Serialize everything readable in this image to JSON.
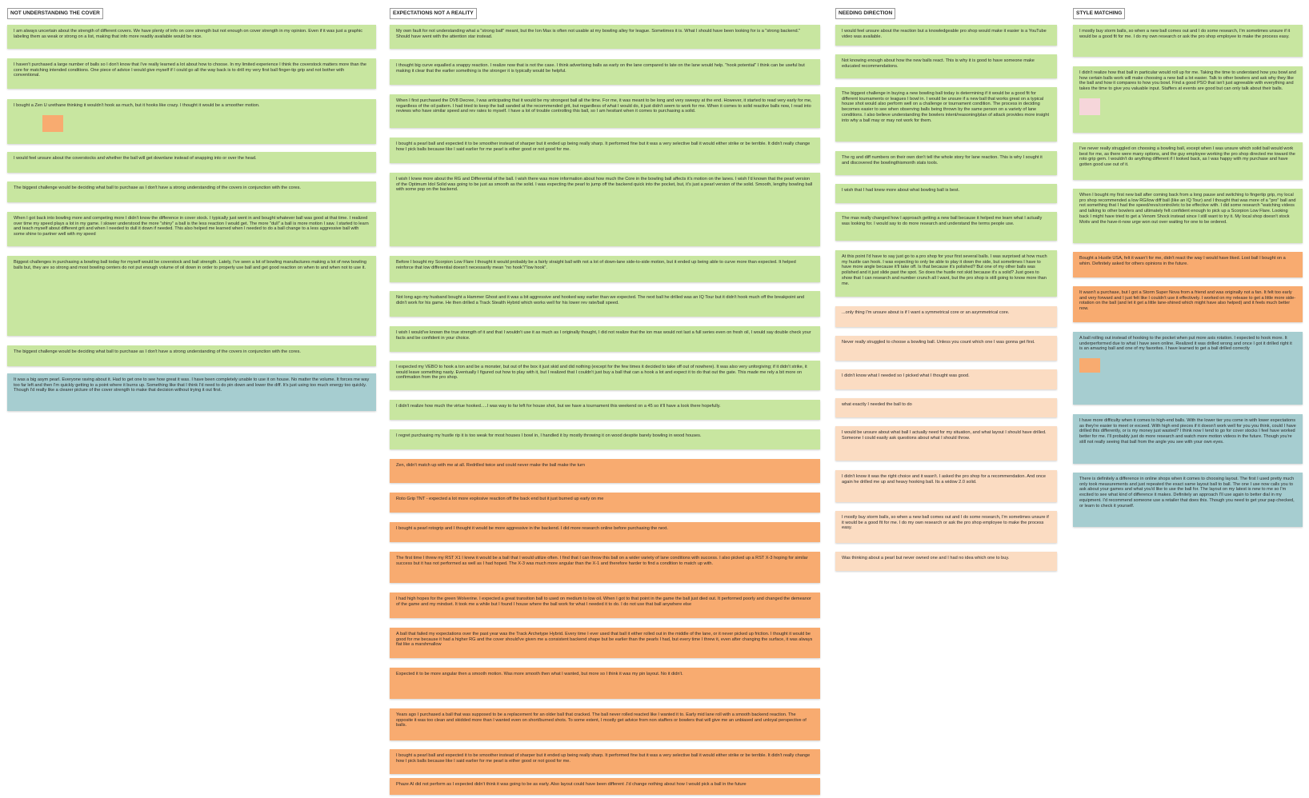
{
  "columns": [
    {
      "title": "NOT UNDERSTANDING THE COVER",
      "notes": [
        "I am always uncertain about the strength of different covers. We have plenty of info on core strength but not enough on cover strength in my opinion. Even if it was just a graphic labeling them as weak or strong on a list, making that info more readily available would be nice.",
        "I haven't purchased a large number of balls so I don't know that I've really learned a lot about how to choose. In my limited experience I think the coverstock matters more than the core for matching intended conditions. One piece of advice I would give myself if I could go all the way back is to drill my very first ball finger-tip grip and not bother with conventional.",
        "I bought a Zen U urethane thinking it wouldn't hook as much, but it hooks like crazy. I thought it would be a smoother motion.",
        "I would feel unsure about the coverstocks and whether the ball will get downlane instead of snapping into or over the head.",
        "The biggest challenge would be deciding what ball to purchase as I don't have a strong understanding of the covers in conjunction with the cores.",
        "When I got back into bowling more and competing more I didn't know the difference in cover stock. I typically just went in and bought whatever ball was good at that time. I realized over time my speed plays a lot in my game. I slower understood the more \"shiny\" a ball is the less reaction I would get. The more \"dull\" a ball is more motion I saw. I started to learn and teach myself about different grit and when I needed to dull it down if needed. This also helped me learned when I needed to do a ball change to a less aggressive ball with some shine to partner well with my speed",
        "Biggest challenges in purchasing a bowling ball today for myself would be coverstock and ball strength. Lately, I've seen a lot of bowling manufactures making a lot of new bowling balls but, they are so strong and most bowling centers do not put enough volume of oil down in order to properly use ball and get good reaction on when to and when not to use it.",
        "The biggest challenge would be deciding what ball to purchase as I don't have a strong understanding of the covers in conjunction with the cores.",
        "It was a big asym pearl. Everyone raving about it. Had to get one to see how great it was. I have been completely unable to use it on house. No matter the volume. It forces me way too far left and then I'm quickly getting to a point where it burns up. Something like that I think I'd need to do pin down and lower the diff. It's just using too much energy too quickly. Though I'd really like a clearer picture of the cover strength to make that decision without trying it out first."
      ]
    },
    {
      "title": "EXPECTATIONS NOT A REALITY",
      "notes": [
        "My own fault for not understanding what a \"strong ball\" meant, but the Ion Max is often not usable at my bowling alley for league. Sometimes it is. What I should have been looking for is a \"strong backend.\" Should have went with the attention star instead.",
        "I thought big curve equalled a snappy reaction. I realize now that is not the case. I think advertising balls as early on the lane compared to late on the lane would help. \"hook potential\" I think can be useful but making it clear that the earlier something is the stronger it is typically would be helpful.",
        "When I first purchased the DV8 Decree, I was anticipating that it would be my strongest ball all the time. For me, it was meant to be long and very sweepy at the end. However, it started to read very early for me, regardless of the oil pattern. I had tried to keep the ball sanded at the recommended grit, but regardless of what I would do, it just didn't seem to work for me. When it comes to solid reactive balls now, I read into reviews who have similar speed and rev rates to myself. I have a lot of trouble controlling this ball, so I am hesitant when it comes to purchasing a solid.",
        "I bought a pearl ball and expected it to be smoother instead of sharper but it ended up being really sharp. It performed fine but it was a very selective ball it would either strike or be terrible. It didn't really change how I pick balls because like I said earlier for me pearl is either good or not good for me.",
        "I wish I knew more about the RG and Differential of the ball. I wish there was more information about how much the Core in the bowling ball affects it's motion on the lanes. I wish I'd known that the pearl version of the Optimum Idol Solid was going to be just as smooth as the solid. I was expecting the pearl to jump off the backend quick into the pocket, but, it's just a pearl version of the solid. Smooth, lengthy bowling ball with some pop on the backend.",
        "Before I bought my Scorpion Low Flare I thought it would probably be a fairly straight ball with not a lot of down-lane side-to-side motion, but it ended up being able to curve more than expected. It helped reinforce that low differential doesn't necessarily mean \"no hook\"/\"low hook\".",
        "Not long ago my husband bought a Hammer Ghost and it was a bit aggressive and hooked way earlier than we expected. The next ball he drilled was an IQ Tour but it didn't hook much off the breakpoint and didn't work for his game. He then drilled a Track Stealth Hybrid which works well for his lower rev rate/ball speed.",
        "I wish I would've known the true strength of it and that I wouldn't use it as much as I originally thought, I did not realize that the ion max would not last a full series even on fresh oil, I would say double check your facts and be confident in your choice.",
        "I expected my VEBO to hook a ton and be a monster, but out of the box it just skid and did nothing (except for the few times it decided to take off out of nowhere). It was also very unforgiving; if it didn't strike, it would leave something nasty. Eventually I figured out how to play with it, but I realized that I couldn't just buy a ball that can a hook a lot and expect it to do that out the gate. This made me rely a bit more on confirmation from the pro shop.",
        "I didn't realize how much the virtue hooked.....I was way to far left for house shot, but we have a tournament this weekend on a 45 so it'll have a look there hopefully.",
        "I regret purchasing my hustle rip it is too weak for most houses I bowl in, I handled it by mostly throwing it on wood despite barely bowling in wood houses.",
        "Zen, didn't match up with me at all. Redrilled twice and could never make the ball make the turn",
        "Roto Grip TNT - expected a lot more explosive reaction off the back end but it just burned up early on me",
        "I bought a pearl rotogrip and I thought it would be more aggressive in the backend. I did more research online before purchasing the next.",
        "The first time I threw my RST X1 I knew it would be a ball that I would utilize often. I find that I can throw this ball on a wider variety of lane conditions with success. I also picked up a RST X-3 hoping for similar success but it has not performed as well as I had hoped. The X-3 was much more angular than the X-1 and therefore harder to find a condition to match up with.",
        "I had high hopes for the green Wolverine. I expected a great transition ball to used on medium to low oil. When I got to that point in the game the ball just died out. It performed poorly and changed the demeanor of the game and my mindset. It took me a while but I found I house where the ball work for what I needed it to do. I do not use that ball anywhere else",
        "A ball that failed my expectations over the past year was the Track Archetype Hybrid. Every time I ever used that ball it either rolled out in the middle of the lane, or it never picked up friction. I thought it would be good for me because it had a higher RG and the cover should've given me a consistent backend shape but be earlier than the pearls I had, but every time I threw it, even after changing the surface, it was always flat like a marshmallow",
        "Expected it to be more angular then a smooth motion. Was more smooth then what I wanted, but more so I think it was my pin layout. No it didn't.",
        "Years ago I purchased a ball that was supposed to be a replacement for an older ball that cracked. The ball never rolled reacted like I wanted it to. Early mid lane roll with a smooth backend reaction. The opposite it was too clean and skidded more than I wanted even on short/burned shots. To some extent, I mostly get advice from non staffers or bowlers that will give me an unbiased and unloyal perspective of balls.",
        "I bought a pearl ball and expected it to be smoother instead of sharper but it ended up being really sharp. It performed fine but it was a very selective ball it would either strike or be terrible. It didn't really change how I pick balls because like I said earlier for me pearl is either good or not good for me.",
        "Phaze AI did not perform as I expected didn't think it was going to be as early. Also layout could have been different .I'd change nothing about how I would pick a ball in the future"
      ]
    },
    {
      "title": "NEEDING DIRECTION",
      "notes": [
        "I would feel unsure about the reaction but a knowledgeable pro shop would make it easier is a YouTube video was available.",
        "Not knowing enough about how the new balls react. This is why it is good to have someone make educated recommendations.",
        "The biggest challenge in buying a new bowling ball today is determining if it would be a good fit for different tournaments or leagues I bowl in. I would be unsure if a new ball that works great on a typical house shot would also perform well on a challenge or tournament condition. The process in deciding becomes easier to see when observing balls being thrown by the same person on a variety of lane conditions. I also believe understanding the bowlers intent/reasoning/plan of attack provides more insight into why a ball may or may not work for them.",
        "The rg and diff numbers on their own don't tell the whole story for lane reaction. This is why I sought it and discovered the bowlingthismonth stats tools.",
        "I wish that I had knew more about what bowling ball is best.",
        "The max really changed how I approach getting a new ball because it helped me learn what I actually was looking for. I would say to do more research and understand the terms people use.",
        "At this point I'd have to say just go to a pro shop for your first several balls. I was surprised at how much my hustle can hook. I was expecting to only be able to play it down the side, but sometimes I have to have more angle because it'll take off. Is that because it's polished? But one of my other balls was polished and it just slide past the spot. So does the hustle not skid because it's a solid? Just goes to show that I can research and number crunch all I want, but the pro shop is still going to know more than me.",
        "...only thing I'm unsure about is if I want a symmetrical core or an asymmetrical core.",
        "Never really struggled to choose a bowling ball. Unless you count which one I was gonna get first.",
        "I didn't know what I needed so I picked what I thought was good.",
        "what exactly I needed the ball to do",
        "I would be unsure about what ball I actually need for my situation, and what layout I should have drilled. Someone I could easily ask questions about what I should throw.",
        "I didn't know it was the right choice and it wasn't. I asked the pro shop for a recommendation. And once again he drilled me up and heavy hooking ball. Its a widow 2.0 solid.",
        "I mostly buy storm balls, so when a new ball comes out and I do some research, I'm sometimes unsure if it would be a good fit for me. I do my own research or ask the pro shop employee to make the process easy.",
        "Was thinking about a pearl but never owned one and I had no idea which one to buy."
      ]
    },
    {
      "title": "STYLE MATCHING",
      "notes": [
        "I mostly buy storm balls, so when a new ball comes out and I do some research, I'm sometimes unsure if it would be a good fit for me. I do my own research or ask the pro shop employee to make the process easy.",
        "I didn't realize how that ball in particular would roll up for me. Taking the time to understand how you bowl and how certain balls work will make choosing a new ball a lot easier. Talk to other bowlers and ask why they like the ball and how it compares to how you bowl. Find a good PSO that isn't just agreeable with everything and takes the time to give you valuable input. Staffers at events are good but can only talk about their balls.",
        "I've never really struggled on choosing a bowling ball, except when I was unsure which solid ball would work best for me, as there were many options, and the guy employee working the pro shop directed me toward the roto grip gem. I wouldn't do anything different if I looked back, as I was happy with my purchase and have gotten good use out of it.",
        "When I bought my first new ball after coming back from a long pause and switching to fingertip grip, my local pro shop recommended a low RG/low diff ball (like an IQ Tour) and I thought that was more of a \"pro\" ball and not something that I had the speed/revs/control/etc to be effective with. I did some research \"watching videos and talking to other bowlers and ultimately felt confident enough to pick up a Scorpion Low Flare. Looking back I might have tried to get a Venom Shock instead since I still want to try it. My local shop doesn't stock Motiv and the have-it-now urge won out over waiting for one to be ordered.",
        "Bought a Hustle USA, felt it wasn't for me, didn't react the way I would have liked. Lost ball I bought on a whim. Definitely asked for others opinions in the future.",
        "It wasn't a purchase, but I got a Storm Super Nova from a friend and was originally not a fan. It felt too early and very forward and I just felt like I couldn't use it effectively. I worked on my release to get a little more side-rotation on the ball (and let it get a little lane-shined which might have also helped) and it feels much better now.",
        "A ball rolling out instead of hooking to the pocket when put more axis rotation. I expected to hook more. It underperformed due to what I have seen online. Realized it was drilled wrong and once I got it drilled right it is an amazing ball and one of my favorites. I have learned to get a ball drilled correctly",
        "I have more difficulty when it comes to high-end balls. With the lower tier you come in with lower expectations as they're easier to meet or exceed. With high end pieces if it doesn't work well for you you think, could I have drilled this differently, or is my money just wasted? I think now I tend to go for cover stocks I feel have worked better for me. I'll probably just do more research and watch more motion videos in the future. Though you're still not really seeing that ball from the angle you see with your own eyes.",
        "There is definitely a difference in online shops when it comes to choosing layout. The first I used pretty much only took measurements and just repeated the exact same layout ball to ball. The one I use now calls you to ask about your games and what you'd like to use the ball for. The layout on my latest is new to me so I'm excited to see what kind of difference it makes. Definitely an approach I'll use again to better dial in my equipment. I'd recommend someone use a retailer that does this. Though you need to get your pap checked, or learn to check it yourself."
      ]
    }
  ],
  "colors": {
    "green": "#c8e6a0",
    "orange": "#f8ab70",
    "peach": "#fbdcc2",
    "teal": "#a6cdd0"
  }
}
